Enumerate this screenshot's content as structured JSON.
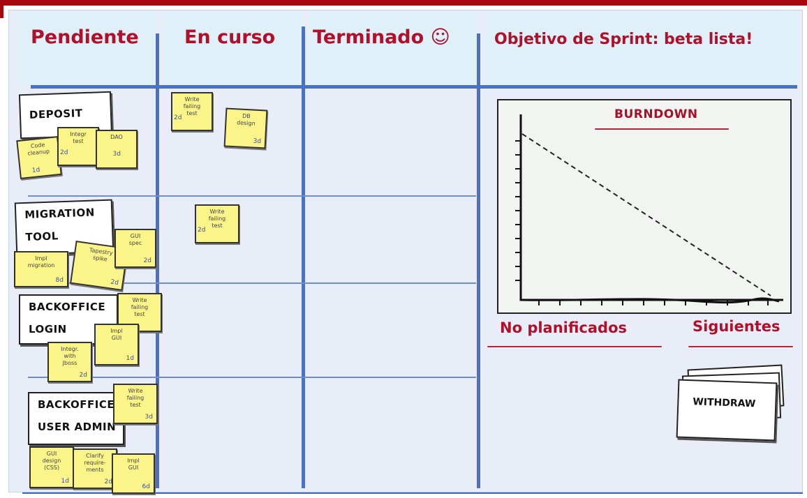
{
  "columns": {
    "pending": "Pendiente",
    "in_progress": "En curso",
    "done": "Terminado ☺",
    "goal": "Objetivo de Sprint: beta lista!"
  },
  "stories": [
    {
      "title": "DEPOSIT"
    },
    {
      "title": "MIGRATION\nTOOL"
    },
    {
      "title": "BACKOFFICE\nLOGIN"
    },
    {
      "title": "BACKOFFICE\nUSER ADMIN"
    }
  ],
  "tasks": {
    "deposit_pending": [
      {
        "text": "Code\ncleanup",
        "estimate": "1d"
      },
      {
        "text": "Integr\ntest",
        "estimate": "2d"
      },
      {
        "text": "DAO",
        "estimate": "3d"
      }
    ],
    "deposit_in_progress": [
      {
        "text": "Write\nfailing\ntest",
        "estimate": "2d"
      },
      {
        "text": "DB\ndesign",
        "estimate": "3d"
      }
    ],
    "migration_pending": [
      {
        "text": "Impl\nmigration",
        "estimate": "8d"
      },
      {
        "text": "Tapestry\nspike",
        "estimate": "2d"
      },
      {
        "text": "GUI\nspec",
        "estimate": "2d"
      }
    ],
    "migration_in_progress": [
      {
        "text": "Write\nfailing\ntest",
        "estimate": "2d"
      }
    ],
    "login_pending": [
      {
        "text": "Write\nfailing\ntest",
        "estimate": ""
      },
      {
        "text": "Impl\nGUI",
        "estimate": "1d"
      },
      {
        "text": "Integr.\nwith\nJboss",
        "estimate": "2d"
      }
    ],
    "useradmin_pending": [
      {
        "text": "Write\nfailing\ntest",
        "estimate": "3d"
      },
      {
        "text": "GUI\ndesign\n(CSS)",
        "estimate": "1d"
      },
      {
        "text": "Clarify\nrequire-\nments",
        "estimate": "2d"
      },
      {
        "text": "Impl\nGUI",
        "estimate": "6d"
      }
    ]
  },
  "burndown": {
    "title": "BURNDOWN"
  },
  "unplanned": {
    "label": "No planificados"
  },
  "next": {
    "label": "Siguientes",
    "card": "WITHDRAW"
  },
  "colors": {
    "accent_red": "#b0102a",
    "board_blue": "#4a72c2",
    "sticky_yellow": "#fbf489"
  }
}
